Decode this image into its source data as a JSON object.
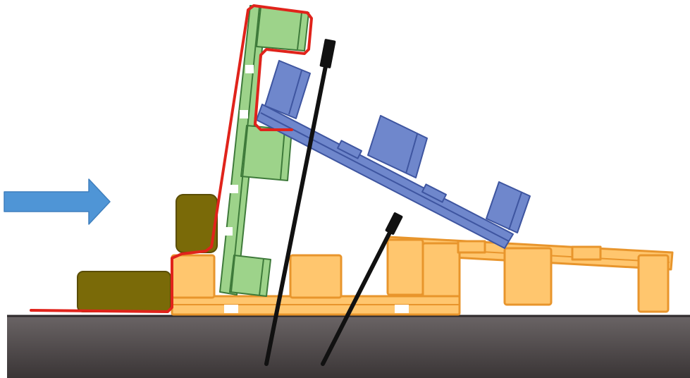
{
  "diagram": {
    "colors": {
      "background": "#ffffff",
      "ground_top": "#6a6465",
      "ground_bottom": "#3a3536",
      "arrow": "#4f95d6",
      "arrow_edge": "#3f7fbd",
      "brown_block": "#7a6a08",
      "brown_edge": "#5a4d05",
      "orange_fill": "#ffc66e",
      "orange_edge": "#e8952c",
      "green_fill": "#9dd38a",
      "green_edge": "#3e7a3a",
      "blue_fill": "#6f87cc",
      "blue_edge": "#3e55a0",
      "red_outline": "#e0231b",
      "pole": "#111111"
    },
    "elements": [
      "ground",
      "push-arrow",
      "brown-block-lower",
      "brown-block-upper",
      "orange-pallet-base",
      "orange-pallet-right",
      "green-tilted-pallet",
      "blue-tilted-pallet",
      "red-outline",
      "black-pole-left",
      "black-pole-right"
    ]
  }
}
